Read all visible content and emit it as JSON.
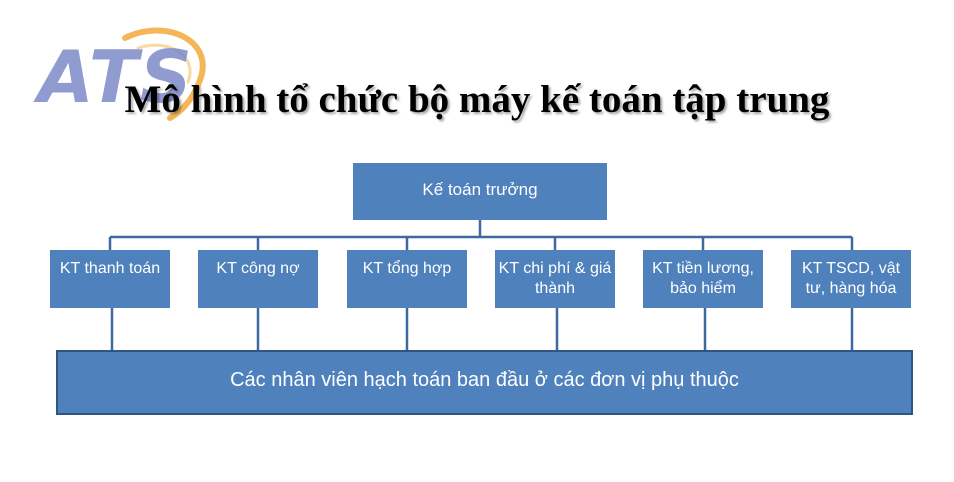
{
  "logo": {
    "text": "ATS",
    "colors": {
      "letters": "#7d89c8",
      "ring": "#f2a93b"
    }
  },
  "title": "Mô hình tổ chức bộ máy kế toán tập trung",
  "org_chart": {
    "root": "Kế toán trưởng",
    "departments": [
      "KT thanh toán",
      "KT công nợ",
      "KT tổng hợp",
      "KT chi phí & giá thành",
      "KT tiền lương, bảo hiểm",
      "KT TSCD, vật tư, hàng hóa"
    ],
    "base": "Các nhân viên hạch toán ban đầu ở các đơn vị phụ thuộc"
  },
  "colors": {
    "box_fill": "#4f81bd",
    "box_border": "#2f5683",
    "connector": "#3c6a9e",
    "box_text": "#ffffff"
  }
}
